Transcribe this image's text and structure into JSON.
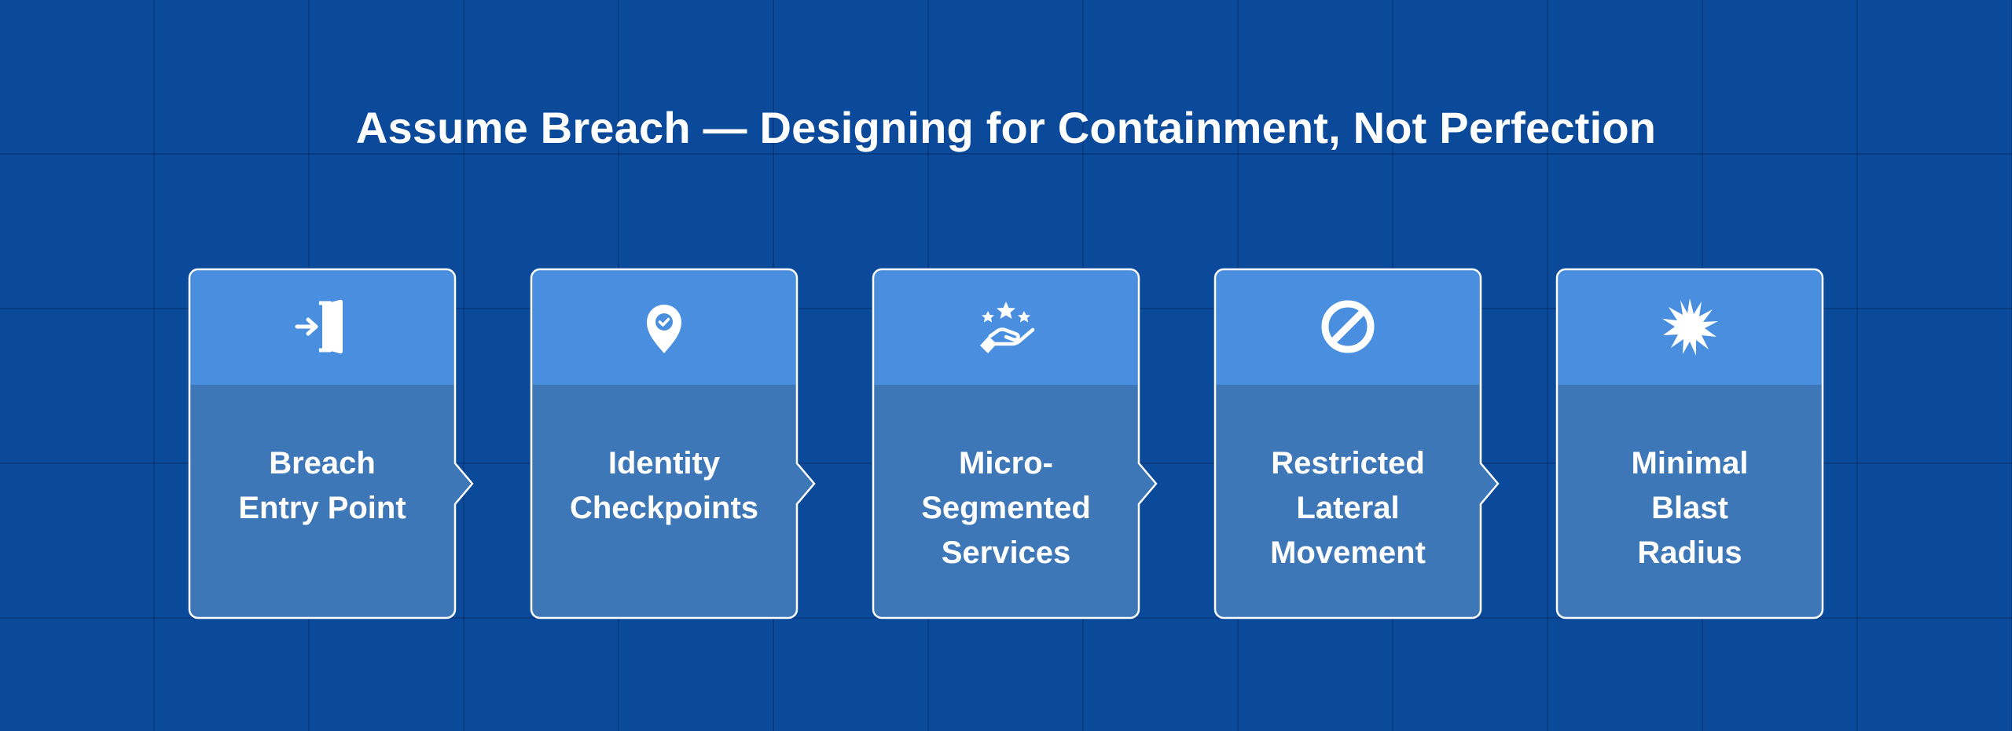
{
  "title": "Assume Breach — Designing for Containment, Not Perfection",
  "colors": {
    "background": "#0b4a9b",
    "card_header": "#4a8fdf",
    "card_body": "#3e77b8",
    "card_border": "#ffffff",
    "text": "#ffffff"
  },
  "steps": [
    {
      "icon": "door-enter-icon",
      "lines": [
        "Breach",
        "Entry Point"
      ]
    },
    {
      "icon": "location-check-icon",
      "lines": [
        "Identity",
        "Checkpoints"
      ]
    },
    {
      "icon": "hand-stars-icon",
      "lines": [
        "Micro-",
        "Segmented",
        "Services"
      ]
    },
    {
      "icon": "no-entry-icon",
      "lines": [
        "Restricted",
        "Lateral",
        "Movement"
      ]
    },
    {
      "icon": "burst-icon",
      "lines": [
        "Minimal",
        "Blast",
        "Radius"
      ]
    }
  ]
}
